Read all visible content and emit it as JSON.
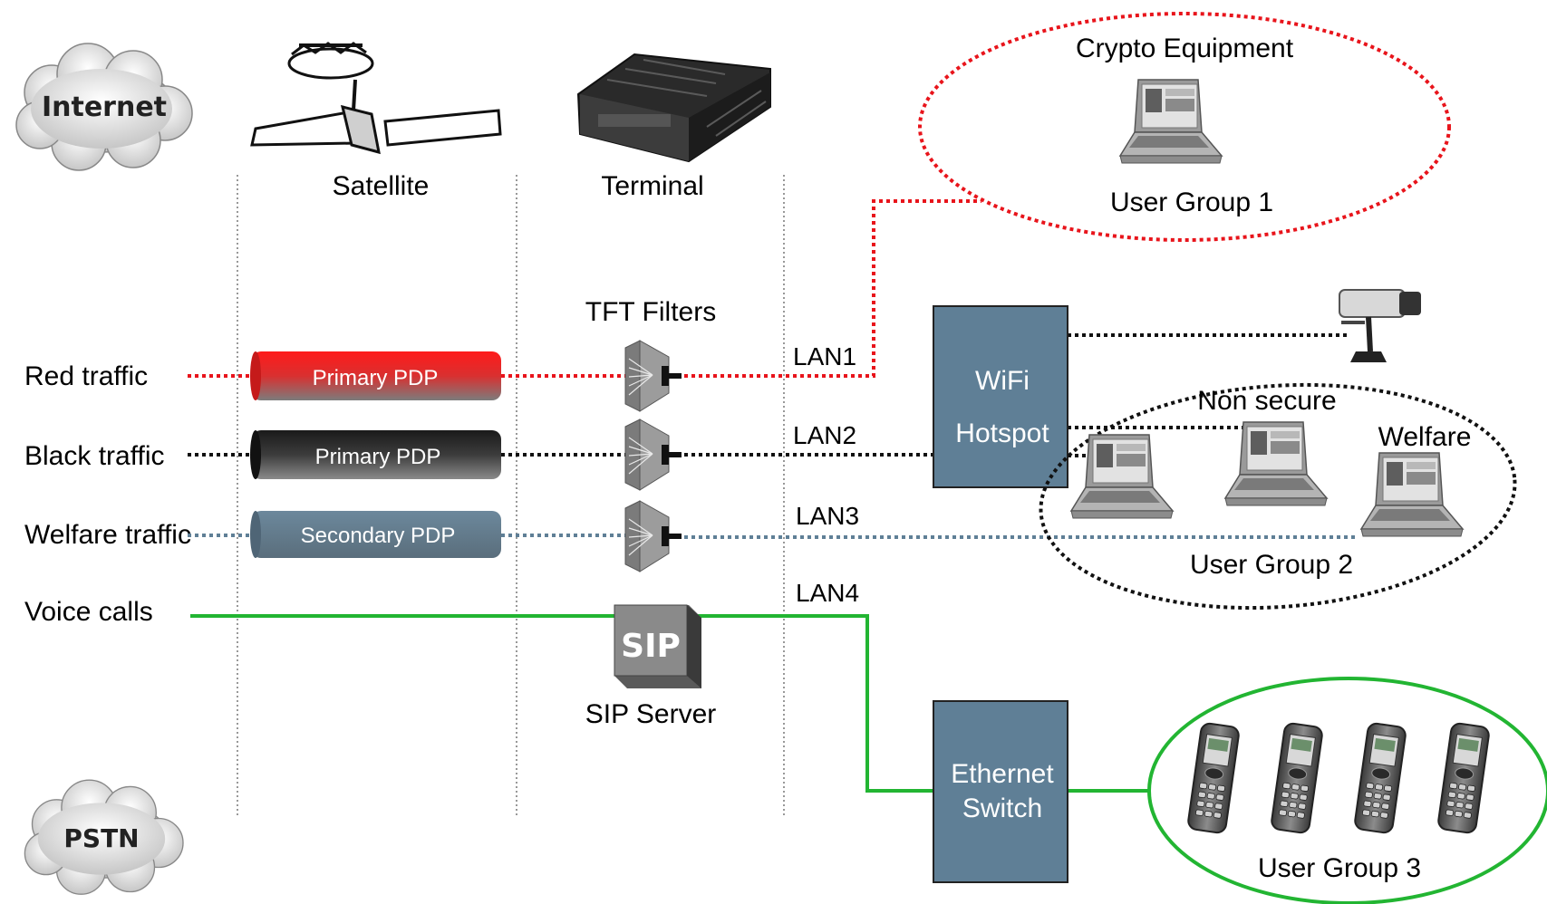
{
  "clouds": {
    "internet": "Internet",
    "pstn": "PSTN"
  },
  "columns": {
    "satellite": "Satellite",
    "terminal": "Terminal"
  },
  "traffic": {
    "red": "Red traffic",
    "black": "Black traffic",
    "welfare": "Welfare traffic",
    "voice": "Voice calls"
  },
  "pdp": {
    "primary_red": "Primary PDP",
    "primary_black": "Primary PDP",
    "secondary": "Secondary PDP"
  },
  "tft_label": "TFT Filters",
  "sip_label": "SIP Server",
  "sip_icon_text": "SIP",
  "lans": {
    "lan1": "LAN1",
    "lan2": "LAN2",
    "lan3": "LAN3",
    "lan4": "LAN4"
  },
  "wifi": {
    "line1": "WiFi",
    "line2": "Hotspot"
  },
  "ethernet": {
    "line1": "Ethernet",
    "line2": "Switch"
  },
  "groups": {
    "g1_title": "Crypto Equipment",
    "g1_name": "User Group 1",
    "g2_non_secure": "Non secure",
    "g2_welfare": "Welfare",
    "g2_name": "User Group 2",
    "g3_name": "User Group 3"
  },
  "icons": [
    "cloud-icon",
    "satellite-icon",
    "terminal-icon",
    "tft-filter-icon",
    "sip-server-icon",
    "laptop-icon",
    "camera-icon",
    "phone-icon"
  ],
  "colors": {
    "red_link": "#e8141b",
    "black_link": "#111111",
    "welfare_link": "#5f7f96",
    "voice_link": "#22b532",
    "box_fill": "#5f7f96",
    "group1_outline": "#e8141b",
    "group2_outline": "#111111",
    "group3_outline": "#22b532"
  }
}
